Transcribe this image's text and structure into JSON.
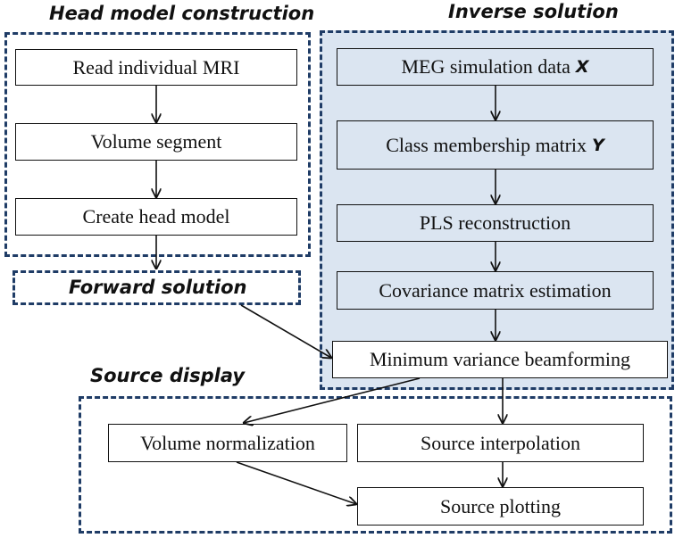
{
  "colors": {
    "frame": "#1f3c66",
    "shade": "#dbe5f1",
    "line": "#111111",
    "box_fill": "#ffffff"
  },
  "sections": {
    "head_model": {
      "title": "Head model construction"
    },
    "inverse": {
      "title": "Inverse solution"
    },
    "forward": {
      "title": "Forward solution"
    },
    "source_display": {
      "title": "Source display"
    }
  },
  "nodes": {
    "read_mri": {
      "label": "Read individual MRI"
    },
    "volume_segment": {
      "label": "Volume segment"
    },
    "create_head_model": {
      "label": "Create head model"
    },
    "meg_data": {
      "label": "MEG simulation data",
      "variable": "X"
    },
    "class_matrix": {
      "label": "Class membership matrix",
      "variable": "Y"
    },
    "pls": {
      "label": "PLS reconstruction"
    },
    "covariance": {
      "label": "Covariance matrix estimation"
    },
    "beamforming": {
      "label": "Minimum variance beamforming"
    },
    "volume_normalization": {
      "label": "Volume normalization"
    },
    "source_interpolation": {
      "label": "Source interpolation"
    },
    "source_plotting": {
      "label": "Source plotting"
    }
  }
}
